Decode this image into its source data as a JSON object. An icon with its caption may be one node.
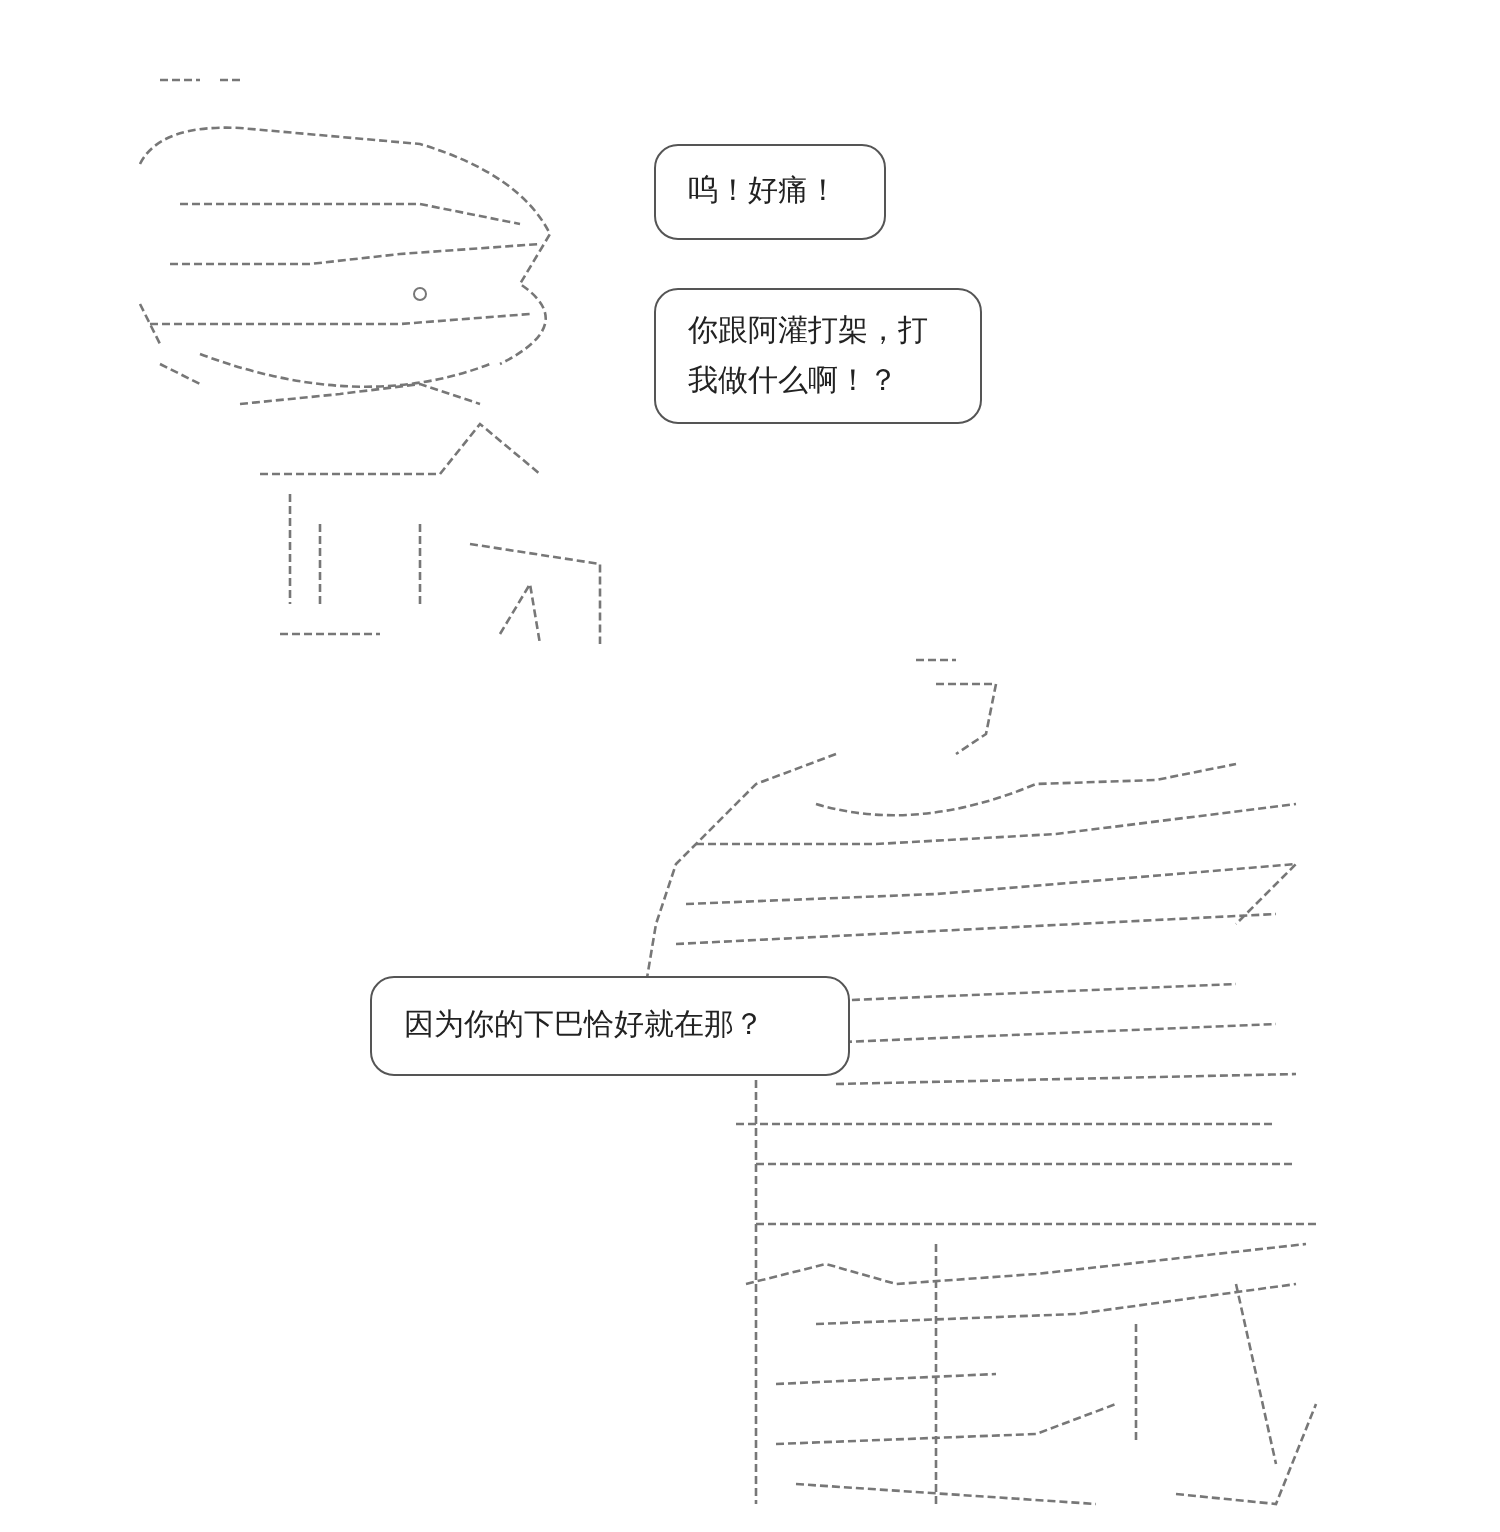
{
  "diagram": {
    "nodes": [
      {
        "text": [
          "呜！好痛！"
        ]
      },
      {
        "text": [
          "你跟阿灌打架，打我做什么啊！？"
        ]
      },
      {
        "text": [
          "因为你的下巴恰好就在那？"
        ]
      }
    ]
  }
}
